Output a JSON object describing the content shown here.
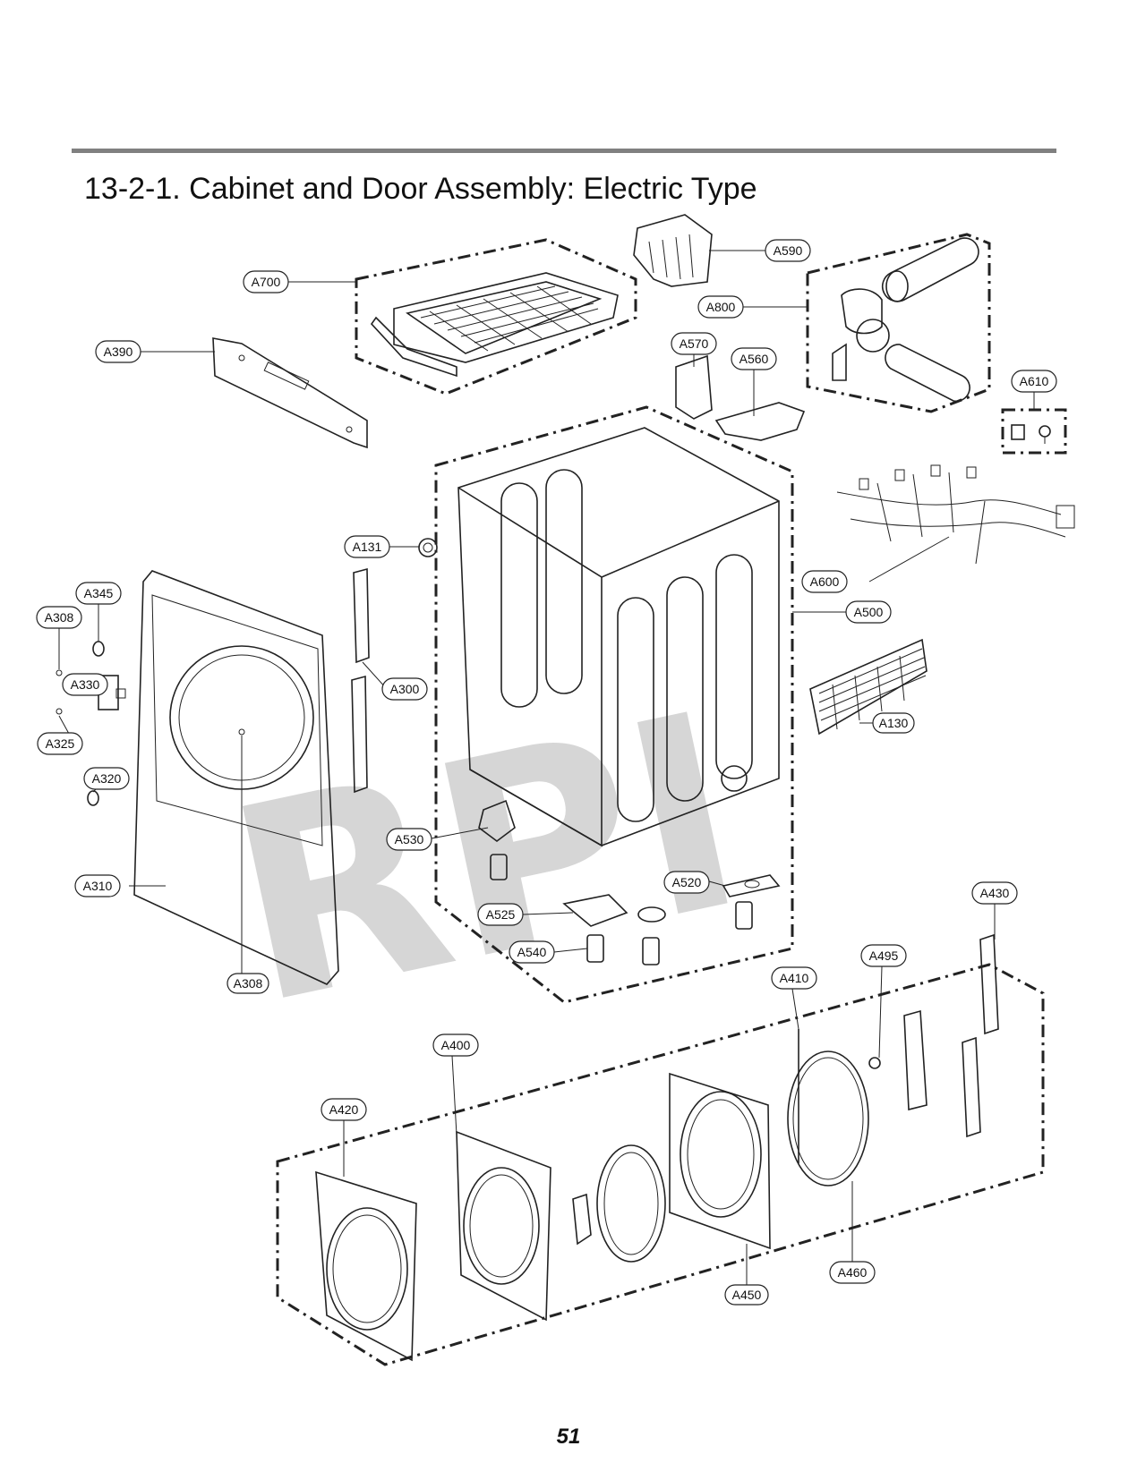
{
  "title": "13-2-1. Cabinet and Door Assembly: Electric Type",
  "page_number": "51",
  "watermark": "RPI",
  "labels": {
    "A700": "A700",
    "A590": "A590",
    "A800": "A800",
    "A390": "A390",
    "A570": "A570",
    "A560": "A560",
    "A610": "A610",
    "A131": "A131",
    "A345": "A345",
    "A308_top": "A308",
    "A330": "A330",
    "A325": "A325",
    "A300": "A300",
    "A600": "A600",
    "A500": "A500",
    "A130": "A130",
    "A320": "A320",
    "A310": "A310",
    "A530": "A530",
    "A520": "A520",
    "A525": "A525",
    "A540": "A540",
    "A430": "A430",
    "A308_bottom": "A308",
    "A410": "A410",
    "A495": "A495",
    "A400": "A400",
    "A420": "A420",
    "A460": "A460",
    "A450": "A450"
  }
}
